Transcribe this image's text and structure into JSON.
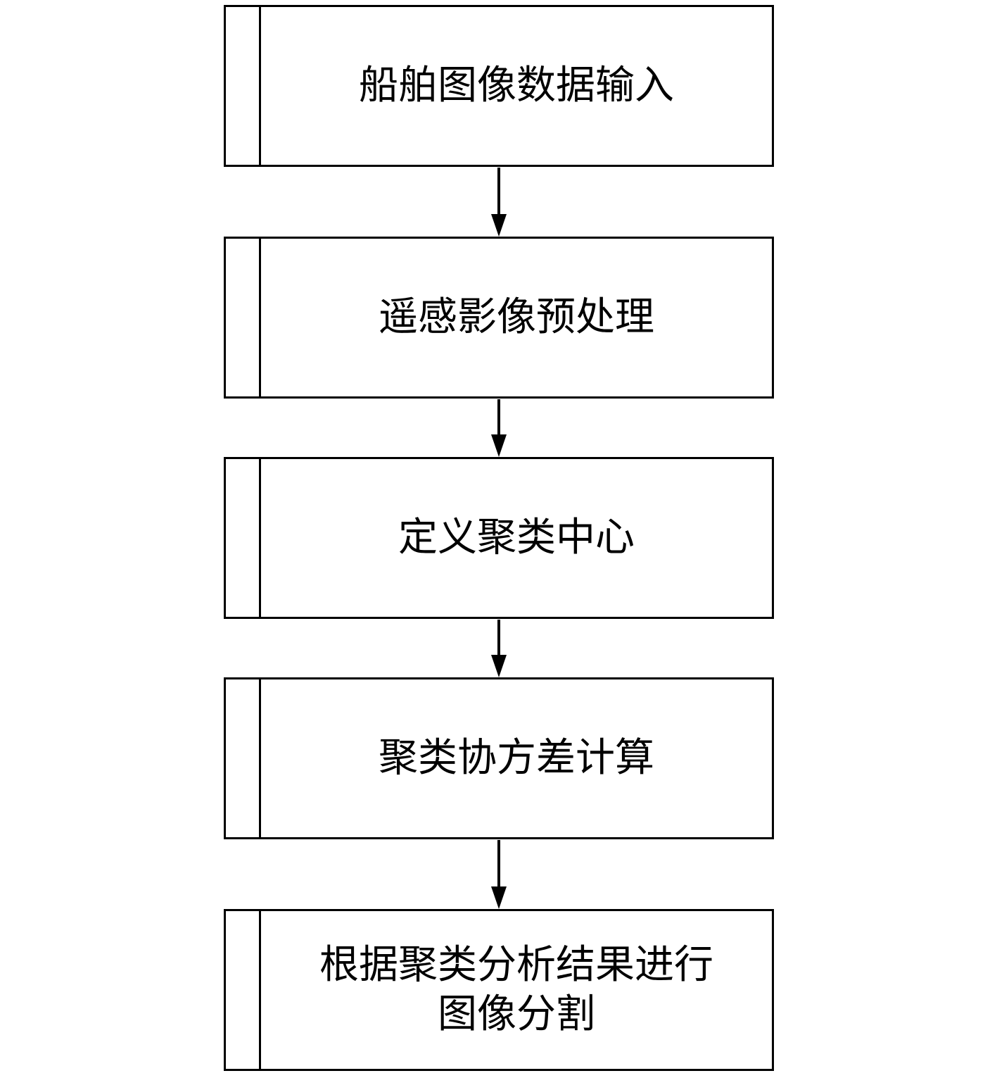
{
  "steps": [
    {
      "lines": [
        "船舶图像数据输入"
      ]
    },
    {
      "lines": [
        "遥感影像预处理"
      ]
    },
    {
      "lines": [
        "定义聚类中心"
      ]
    },
    {
      "lines": [
        "聚类协方差计算"
      ]
    },
    {
      "lines": [
        "根据聚类分析结果进行",
        "图像分割"
      ]
    }
  ]
}
